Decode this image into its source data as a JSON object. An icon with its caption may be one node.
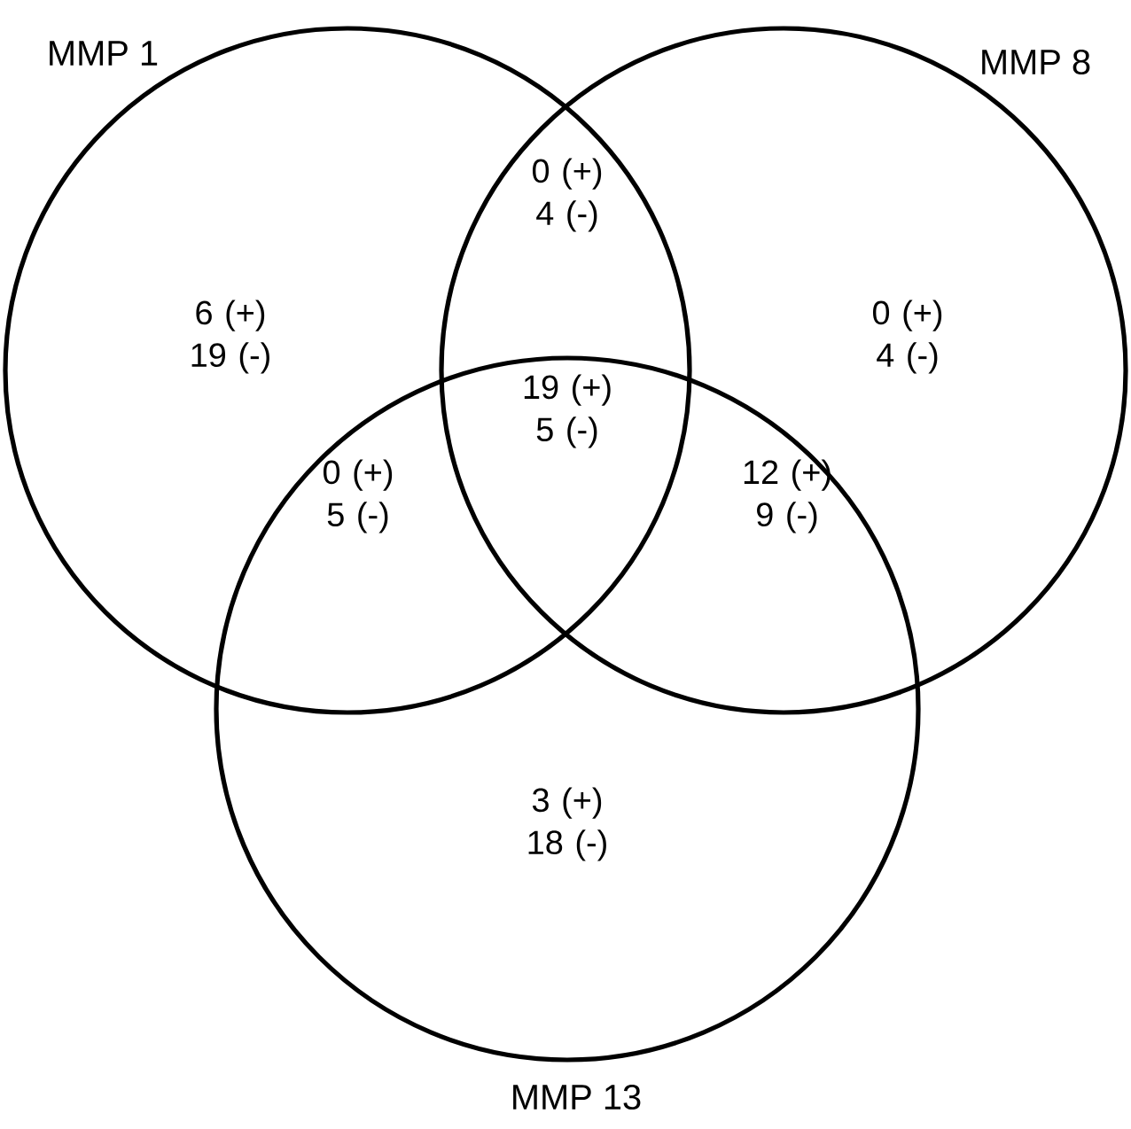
{
  "diagram": {
    "nodes": [
      {
        "text": [
          "MMP 1"
        ]
      },
      {
        "text": [
          "MMP 8"
        ]
      },
      {
        "text": [
          "MMP 13"
        ]
      }
    ],
    "labels": [
      "0 (+) 4 (-)",
      "6 (+) 19 (-)",
      "0 (+) 4 (-)",
      "19 (+) 5 (-)",
      "0 (+) 5 (-)",
      "12 (+) 9 (-)",
      "3 (+) 18 (-)"
    ]
  }
}
